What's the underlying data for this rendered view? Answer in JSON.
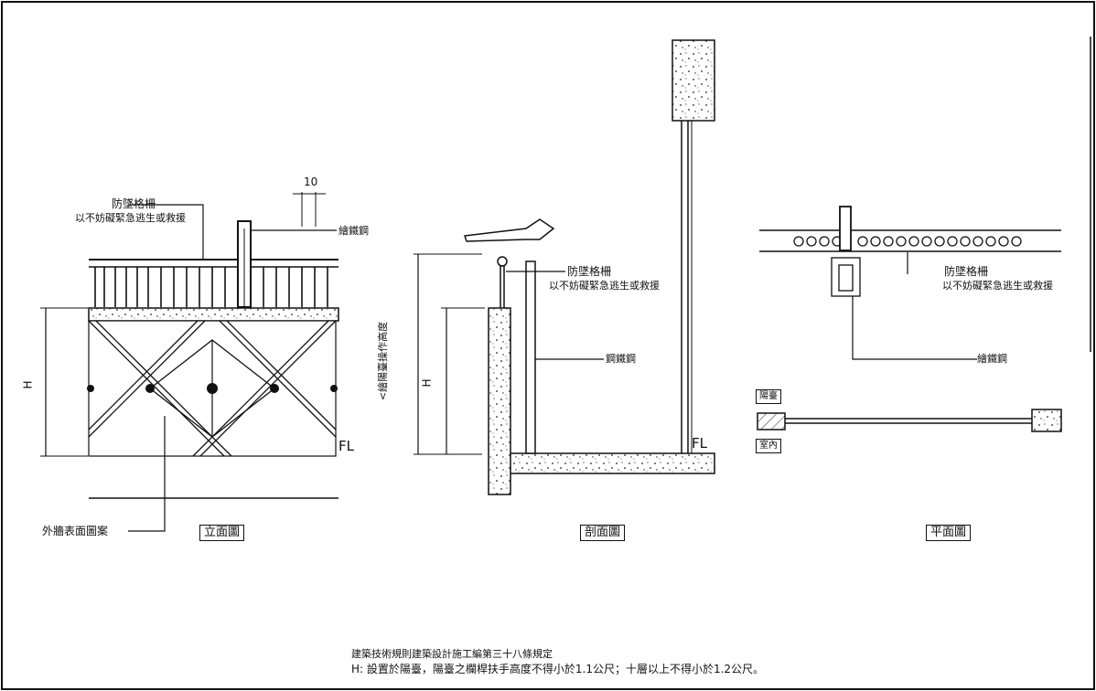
{
  "elevation": {
    "title": "立面圖",
    "guard_label_1": "防墜格柵",
    "guard_label_2": "以不妨礙緊急逃生或救援",
    "rail_label": "繪鐵鋼",
    "dim_10": "10",
    "h_label": "H",
    "fl_label": "FL",
    "pattern_label": "外牆表面圖案"
  },
  "section": {
    "title": "剖面圖",
    "guard_label_1": "防墜格柵",
    "guard_label_2": "以不妨礙緊急逃生或救援",
    "rail_label": "鋼鐵鋼",
    "h_label": "H",
    "height_note": "<繪陽臺操作高度",
    "fl_label": "FL"
  },
  "plan": {
    "title": "平面圖",
    "guard_label_1": "防墜格柵",
    "guard_label_2": "以不妨礙緊急逃生或救援",
    "rail_label": "繪鐵鋼",
    "balcony_label": "陽臺",
    "indoor_label": "室內"
  },
  "footer": {
    "line1": "建築技術規則建築設計施工編第三十八條規定",
    "line2": "H: 設置於陽臺，陽臺之欄桿扶手高度不得小於1.1公尺；十層以上不得小於1.2公尺。"
  }
}
